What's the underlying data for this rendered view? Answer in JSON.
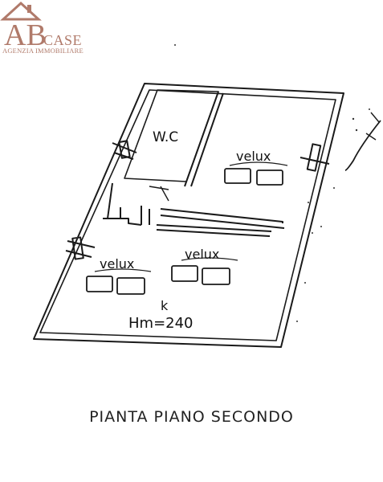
{
  "logo": {
    "initials": "AB",
    "brand": "CASE",
    "subtitle": "AGENZIA IMMOBILIARE",
    "color": "#b07a6a"
  },
  "plan": {
    "rooms": {
      "wc": "W.C",
      "skylight_top": "velux",
      "skylight_left": "velux",
      "skylight_right": "velux",
      "room_letter": "k",
      "height": "Hm=240"
    },
    "caption": "PIANTA PIANO SECONDO"
  }
}
